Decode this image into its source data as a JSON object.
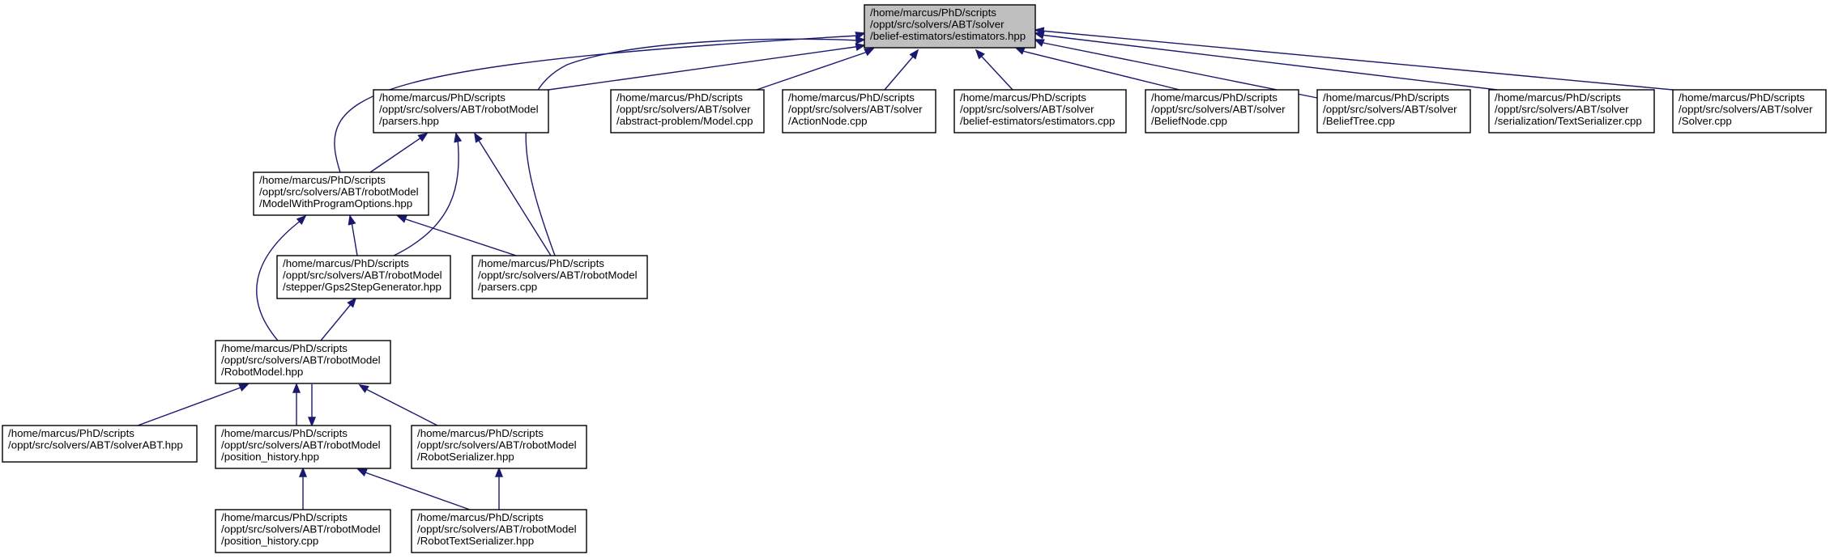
{
  "colors": {
    "edge": "#191970",
    "root_fill": "#bfbfbf",
    "node_fill": "#ffffff",
    "border": "#000000"
  },
  "nodes": [
    {
      "id": "estimators_hpp",
      "root": true,
      "lines": [
        "/home/marcus/PhD/scripts",
        "/oppt/src/solvers/ABT/solver",
        "/belief-estimators/estimators.hpp"
      ]
    },
    {
      "id": "parsers_hpp",
      "lines": [
        "/home/marcus/PhD/scripts",
        "/oppt/src/solvers/ABT/robotModel",
        "/parsers.hpp"
      ]
    },
    {
      "id": "model_cpp",
      "lines": [
        "/home/marcus/PhD/scripts",
        "/oppt/src/solvers/ABT/solver",
        "/abstract-problem/Model.cpp"
      ]
    },
    {
      "id": "actionnode_cpp",
      "lines": [
        "/home/marcus/PhD/scripts",
        "/oppt/src/solvers/ABT/solver",
        "/ActionNode.cpp"
      ]
    },
    {
      "id": "estimators_cpp",
      "lines": [
        "/home/marcus/PhD/scripts",
        "/oppt/src/solvers/ABT/solver",
        "/belief-estimators/estimators.cpp"
      ]
    },
    {
      "id": "beliefnode_cpp",
      "lines": [
        "/home/marcus/PhD/scripts",
        "/oppt/src/solvers/ABT/solver",
        "/BeliefNode.cpp"
      ]
    },
    {
      "id": "belieftree_cpp",
      "lines": [
        "/home/marcus/PhD/scripts",
        "/oppt/src/solvers/ABT/solver",
        "/BeliefTree.cpp"
      ]
    },
    {
      "id": "textserializer_cpp",
      "lines": [
        "/home/marcus/PhD/scripts",
        "/oppt/src/solvers/ABT/solver",
        "/serialization/TextSerializer.cpp"
      ]
    },
    {
      "id": "solver_cpp",
      "lines": [
        "/home/marcus/PhD/scripts",
        "/oppt/src/solvers/ABT/solver",
        "/Solver.cpp"
      ]
    },
    {
      "id": "modelwithprogramoptions_hpp",
      "lines": [
        "/home/marcus/PhD/scripts",
        "/oppt/src/solvers/ABT/robotModel",
        "/ModelWithProgramOptions.hpp"
      ]
    },
    {
      "id": "gps2stepgenerator_hpp",
      "lines": [
        "/home/marcus/PhD/scripts",
        "/oppt/src/solvers/ABT/robotModel",
        "/stepper/Gps2StepGenerator.hpp"
      ]
    },
    {
      "id": "parsers_cpp",
      "lines": [
        "/home/marcus/PhD/scripts",
        "/oppt/src/solvers/ABT/robotModel",
        "/parsers.cpp"
      ]
    },
    {
      "id": "robotmodel_hpp",
      "lines": [
        "/home/marcus/PhD/scripts",
        "/oppt/src/solvers/ABT/robotModel",
        "/RobotModel.hpp"
      ]
    },
    {
      "id": "solverabt_hpp",
      "lines": [
        "/home/marcus/PhD/scripts",
        "/oppt/src/solvers/ABT/solverABT.hpp"
      ]
    },
    {
      "id": "position_history_hpp",
      "lines": [
        "/home/marcus/PhD/scripts",
        "/oppt/src/solvers/ABT/robotModel",
        "/position_history.hpp"
      ]
    },
    {
      "id": "robotserializer_hpp",
      "lines": [
        "/home/marcus/PhD/scripts",
        "/oppt/src/solvers/ABT/robotModel",
        "/RobotSerializer.hpp"
      ]
    },
    {
      "id": "position_history_cpp",
      "lines": [
        "/home/marcus/PhD/scripts",
        "/oppt/src/solvers/ABT/robotModel",
        "/position_history.cpp"
      ]
    },
    {
      "id": "robottextserializer_hpp",
      "lines": [
        "/home/marcus/PhD/scripts",
        "/oppt/src/solvers/ABT/robotModel",
        "/RobotTextSerializer.hpp"
      ]
    }
  ],
  "edges": [
    {
      "from": "parsers_hpp",
      "to": "estimators_hpp"
    },
    {
      "from": "model_cpp",
      "to": "estimators_hpp"
    },
    {
      "from": "actionnode_cpp",
      "to": "estimators_hpp"
    },
    {
      "from": "estimators_cpp",
      "to": "estimators_hpp"
    },
    {
      "from": "beliefnode_cpp",
      "to": "estimators_hpp"
    },
    {
      "from": "belieftree_cpp",
      "to": "estimators_hpp"
    },
    {
      "from": "textserializer_cpp",
      "to": "estimators_hpp"
    },
    {
      "from": "solver_cpp",
      "to": "estimators_hpp"
    },
    {
      "from": "modelwithprogramoptions_hpp",
      "to": "estimators_hpp"
    },
    {
      "from": "parsers_cpp",
      "to": "estimators_hpp"
    },
    {
      "from": "modelwithprogramoptions_hpp",
      "to": "parsers_hpp"
    },
    {
      "from": "gps2stepgenerator_hpp",
      "to": "parsers_hpp"
    },
    {
      "from": "parsers_cpp",
      "to": "parsers_hpp"
    },
    {
      "from": "gps2stepgenerator_hpp",
      "to": "modelwithprogramoptions_hpp"
    },
    {
      "from": "parsers_cpp",
      "to": "modelwithprogramoptions_hpp"
    },
    {
      "from": "robotmodel_hpp",
      "to": "modelwithprogramoptions_hpp"
    },
    {
      "from": "robotmodel_hpp",
      "to": "gps2stepgenerator_hpp"
    },
    {
      "from": "solverabt_hpp",
      "to": "robotmodel_hpp"
    },
    {
      "from": "position_history_hpp",
      "to": "robotmodel_hpp"
    },
    {
      "from": "robotmodel_hpp",
      "to": "position_history_hpp"
    },
    {
      "from": "robotserializer_hpp",
      "to": "robotmodel_hpp"
    },
    {
      "from": "position_history_cpp",
      "to": "position_history_hpp"
    },
    {
      "from": "robottextserializer_hpp",
      "to": "position_history_hpp"
    },
    {
      "from": "robottextserializer_hpp",
      "to": "robotserializer_hpp"
    }
  ]
}
